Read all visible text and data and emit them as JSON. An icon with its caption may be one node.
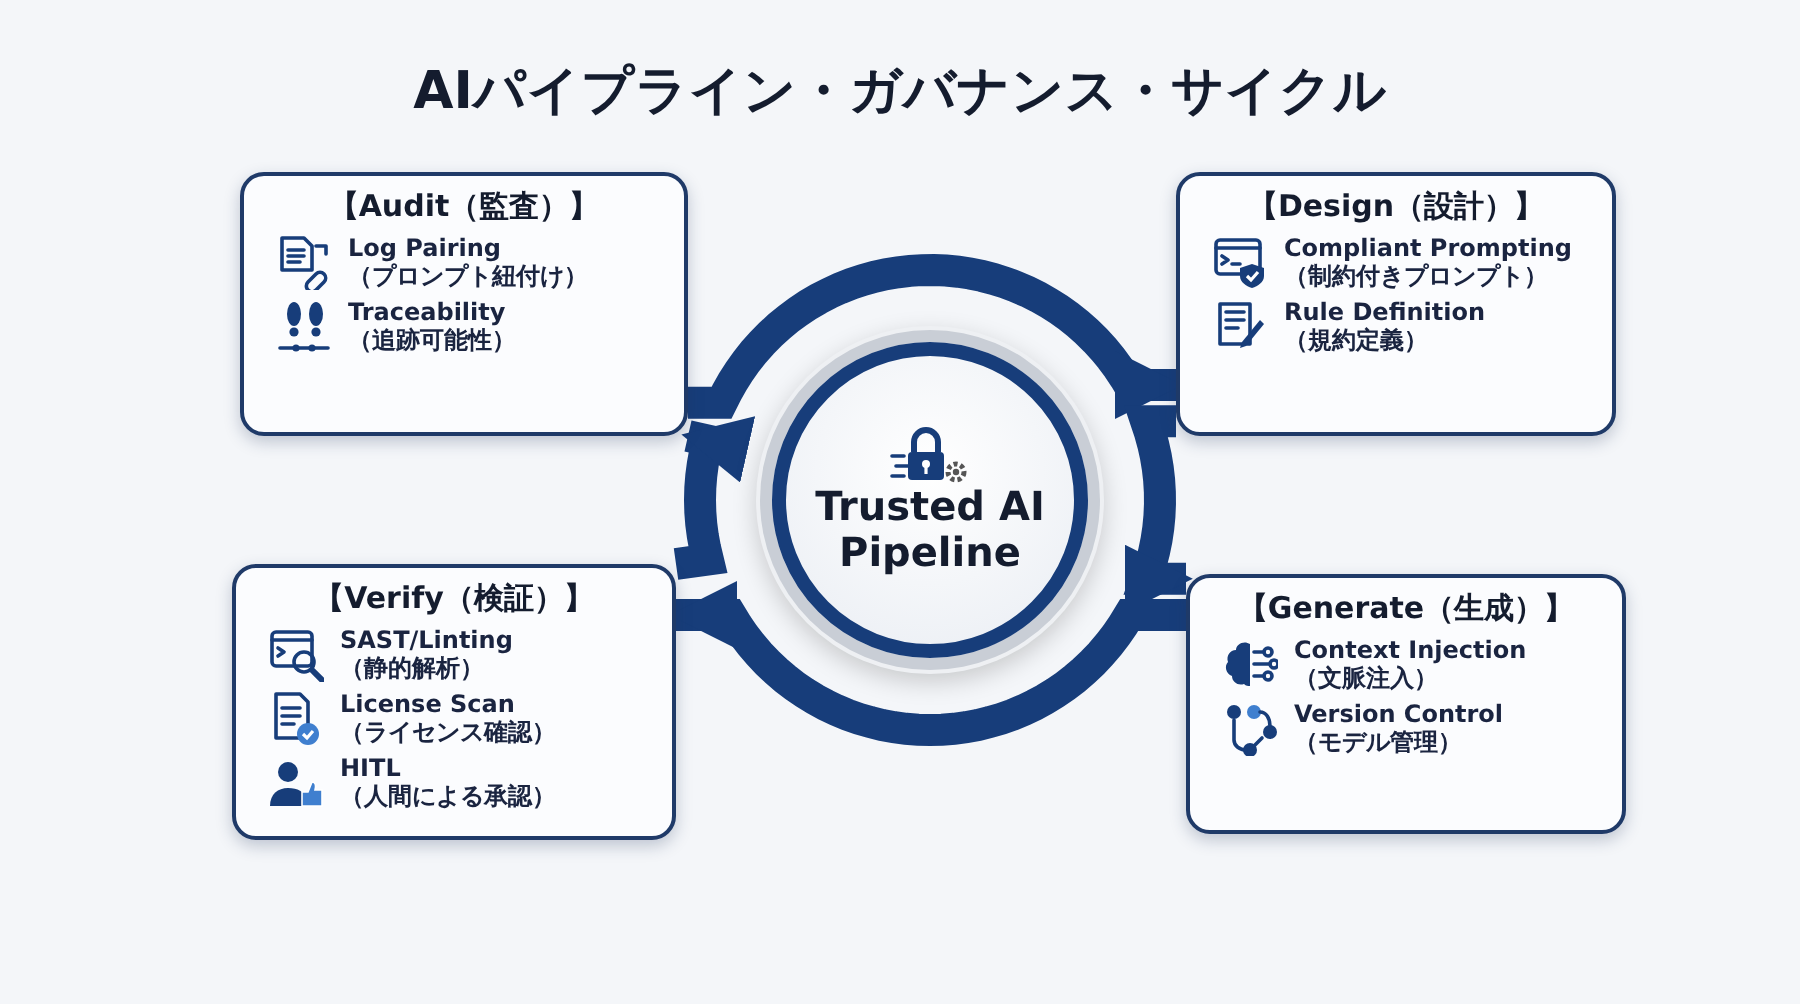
{
  "diagram": {
    "title": "AIパイプライン・ガバナンス・サイクル",
    "nodes": [
      {
        "text": [
          "【Audit（監査）】",
          "Log Pairing",
          "（プロンプト紐付け）",
          "Traceability",
          "（追跡可能性）"
        ]
      },
      {
        "text": [
          "【Design（設計）】",
          "Compliant Prompting",
          "（制約付きプロンプト）",
          "Rule Definition",
          "（規約定義）"
        ]
      },
      {
        "text": [
          "Trusted AI Pipeline"
        ]
      },
      {
        "text": [
          "【Verify（検証）】",
          "SAST/Linting",
          "（静的解析）",
          "License Scan",
          "（ライセンス確認）",
          "HITL",
          "（人間による承認）"
        ]
      },
      {
        "text": [
          "【Generate（生成）】",
          "Context Injection",
          "（文脈注入）",
          "Version Control",
          "（モデル管理）"
        ]
      }
    ],
    "edges": [
      {
        "from": 0,
        "to": 1,
        "arrow": "to"
      },
      {
        "from": 1,
        "to": 4,
        "arrow": "to"
      },
      {
        "from": 4,
        "to": 3,
        "arrow": "to"
      },
      {
        "from": 3,
        "to": 0,
        "arrow": "to"
      }
    ]
  }
}
